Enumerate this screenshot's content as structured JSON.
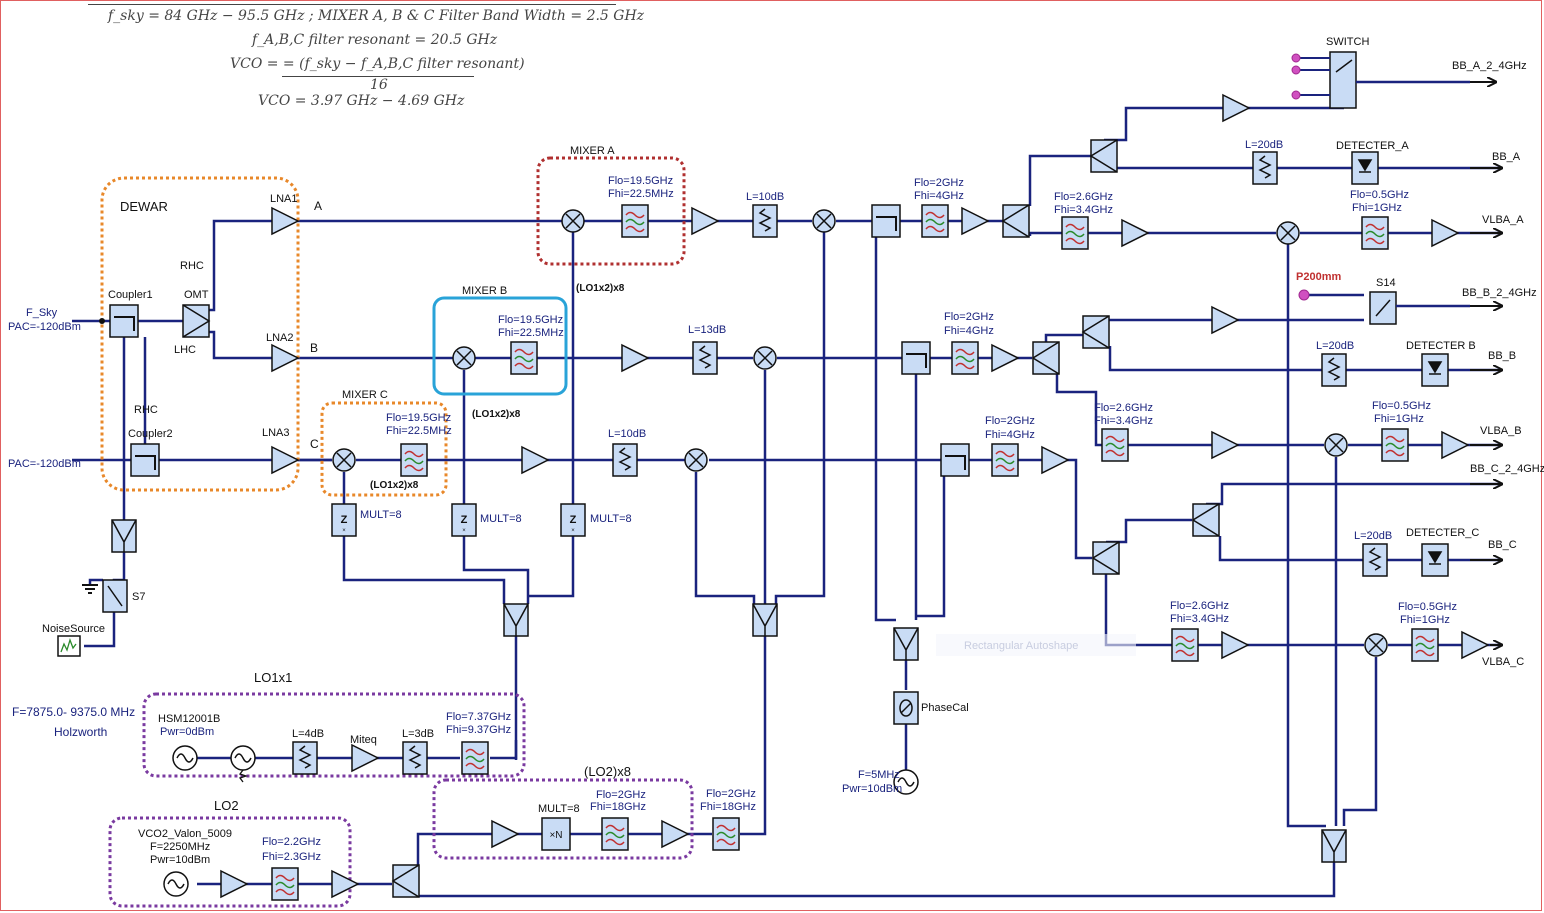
{
  "equations": {
    "fsky": "f_sky = 84 GHz − 95.5 GHz ;  MIXER A, B & C Filter Band Width = 2.5 GHz",
    "fres": "f_A,B,C filter resonant = 20.5 GHz",
    "vco_num": "VCO = = (f_sky − f_A,B,C filter resonant)",
    "vco_den": "16",
    "vco_range": "VCO = 3.97 GHz − 4.69 GHz"
  },
  "groups": {
    "dewar": "DEWAR",
    "mixer_a": "MIXER A",
    "mixer_b": "MIXER B",
    "mixer_c": "MIXER C",
    "lo1x1": "LO1x1",
    "lo2": "LO2",
    "lo2x8": "(LO2)x8"
  },
  "colors": {
    "wire": "#1a237e",
    "component_fill": "#c9dcf5",
    "label": "#1a237e",
    "dewar_box": "#e8882a",
    "mixer_a_box": "#b03030",
    "mixer_b_box": "#29a3d8",
    "mixer_c_box": "#e8882a",
    "lo_box": "#7a3aa0",
    "port": "#d050c0"
  },
  "labels": {
    "fsky_port": "F_Sky",
    "pac1": "PAC=-120dBm",
    "pac2": "PAC=-120dBm",
    "coupler1": "Coupler1",
    "coupler2": "Coupler2",
    "omt": "OMT",
    "rhc1": "RHC",
    "lhc": "LHC",
    "rhc2": "RHC",
    "lna1": "LNA1",
    "lna2": "LNA2",
    "lna3": "LNA3",
    "sig_a": "A",
    "sig_b": "B",
    "sig_c": "C",
    "s7": "S7",
    "noise_source": "NoiseSource",
    "lo1x2_a": "(LO1x2)x8",
    "lo1x2_b": "(LO1x2)x8",
    "lo1x2_c": "(LO1x2)x8",
    "mult1": "MULT=8",
    "mult2": "MULT=8",
    "mult3": "MULT=8",
    "mult4": "MULT=8",
    "mixfilt_flo": "Flo=19.5GHz",
    "mixfilt_fhi": "Fhi=22.5MHz",
    "atten_a": "L=10dB",
    "atten_b": "L=13dB",
    "atten_c": "L=10dB",
    "if_flo": "Flo=2GHz",
    "if_fhi": "Fhi=4GHz",
    "bpf26_flo": "Flo=2.6GHz",
    "bpf26_fhi": "Fhi=3.4GHz",
    "bpf05_flo": "Flo=0.5GHz",
    "bpf05_fhi": "Fhi=1GHz",
    "det_atten": "L=20dB",
    "switch": "SWITCH",
    "s14": "S14",
    "p200": "P200mm",
    "det_a": "DETECTER_A",
    "det_b": "DETECTER B",
    "det_c": "DETECTER_C",
    "bb_a_24": "BB_A_2_4GHz",
    "bb_a": "BB_A",
    "vlba_a": "VLBA_A",
    "bb_b_24": "BB_B_2_4GHz",
    "bb_b": "BB_B",
    "vlba_b": "VLBA_B",
    "bb_c_24": "BB_C_2_4GHz",
    "bb_c": "BB_C",
    "vlba_c": "VLBA_C",
    "phasecal": "PhaseCal",
    "pc_freq": "F=5MHz",
    "pc_pwr": "Pwr=10dBm",
    "holz_freq": "F=7875.0- 9375.0 MHz",
    "holz": "Holzworth",
    "hsm": "HSM12001B",
    "hsm_pwr": "Pwr=0dBm",
    "l4": "L=4dB",
    "miteq": "Miteq",
    "l3": "L=3dB",
    "lo1_flo": "Flo=7.37GHz",
    "lo1_fhi": "Fhi=9.37GHz",
    "vco": "VCO2_Valon_5009",
    "vco_f": "F=2250MHz",
    "vco_pwr": "Pwr=10dBm",
    "lo2_flo": "Flo=2.2GHz",
    "lo2_fhi": "Fhi=2.3GHz",
    "mult_lo2": "MULT=8",
    "lo2x8_flo": "Flo=2GHz",
    "lo2x8_fhi": "Fhi=18GHz",
    "lo2x8_flo2": "Flo=2GHz",
    "lo2x8_fhi2": "Fhi=18GHz",
    "ghost": "Rectangular Autoshape"
  }
}
